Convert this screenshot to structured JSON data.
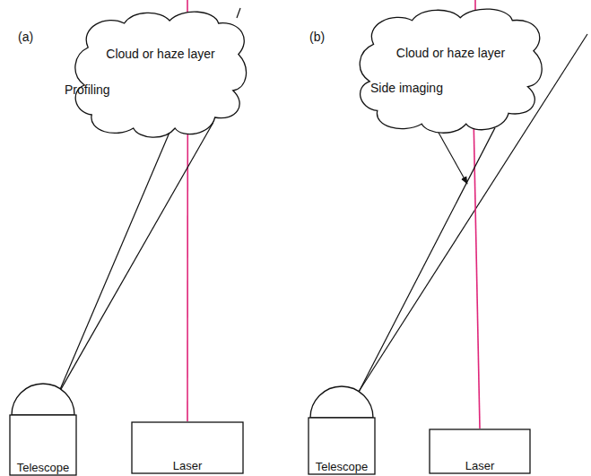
{
  "diagram": {
    "nodes": [
      {
        "text": [
          "Cloud or haze layer"
        ]
      },
      {
        "text": [
          "Telescope"
        ]
      },
      {
        "text": [
          "Laser"
        ]
      },
      {
        "text": [
          "Cloud or haze layer"
        ]
      },
      {
        "text": [
          "Telescope"
        ]
      },
      {
        "text": [
          "Laser"
        ]
      }
    ],
    "edges": [
      {
        "from": 2,
        "to": 0,
        "arrow": "none"
      },
      {
        "from": 1,
        "to": 0,
        "arrow": "none"
      },
      {
        "from": 1,
        "to": 0,
        "arrow": "none"
      },
      {
        "from": 5,
        "to": 3,
        "arrow": "none"
      },
      {
        "from": 4,
        "to": 3,
        "arrow": "none"
      }
    ],
    "labels": [
      "(a)",
      "Profiling",
      "(b)",
      "Side imaging"
    ]
  }
}
